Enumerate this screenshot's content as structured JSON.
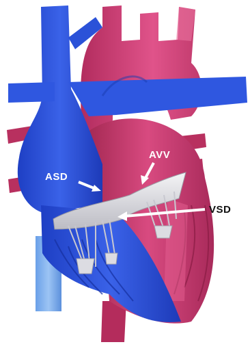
{
  "diagram": {
    "labels": {
      "asd": "ASD",
      "avv": "AVV",
      "vsd": "VSD"
    }
  },
  "colors": {
    "deoxygenated_blue": "#2a4fd6",
    "oxygenated_red": "#c8336e",
    "valve_tissue": "#e8e8ea",
    "label_white": "#ffffff",
    "label_dark": "#111111"
  }
}
